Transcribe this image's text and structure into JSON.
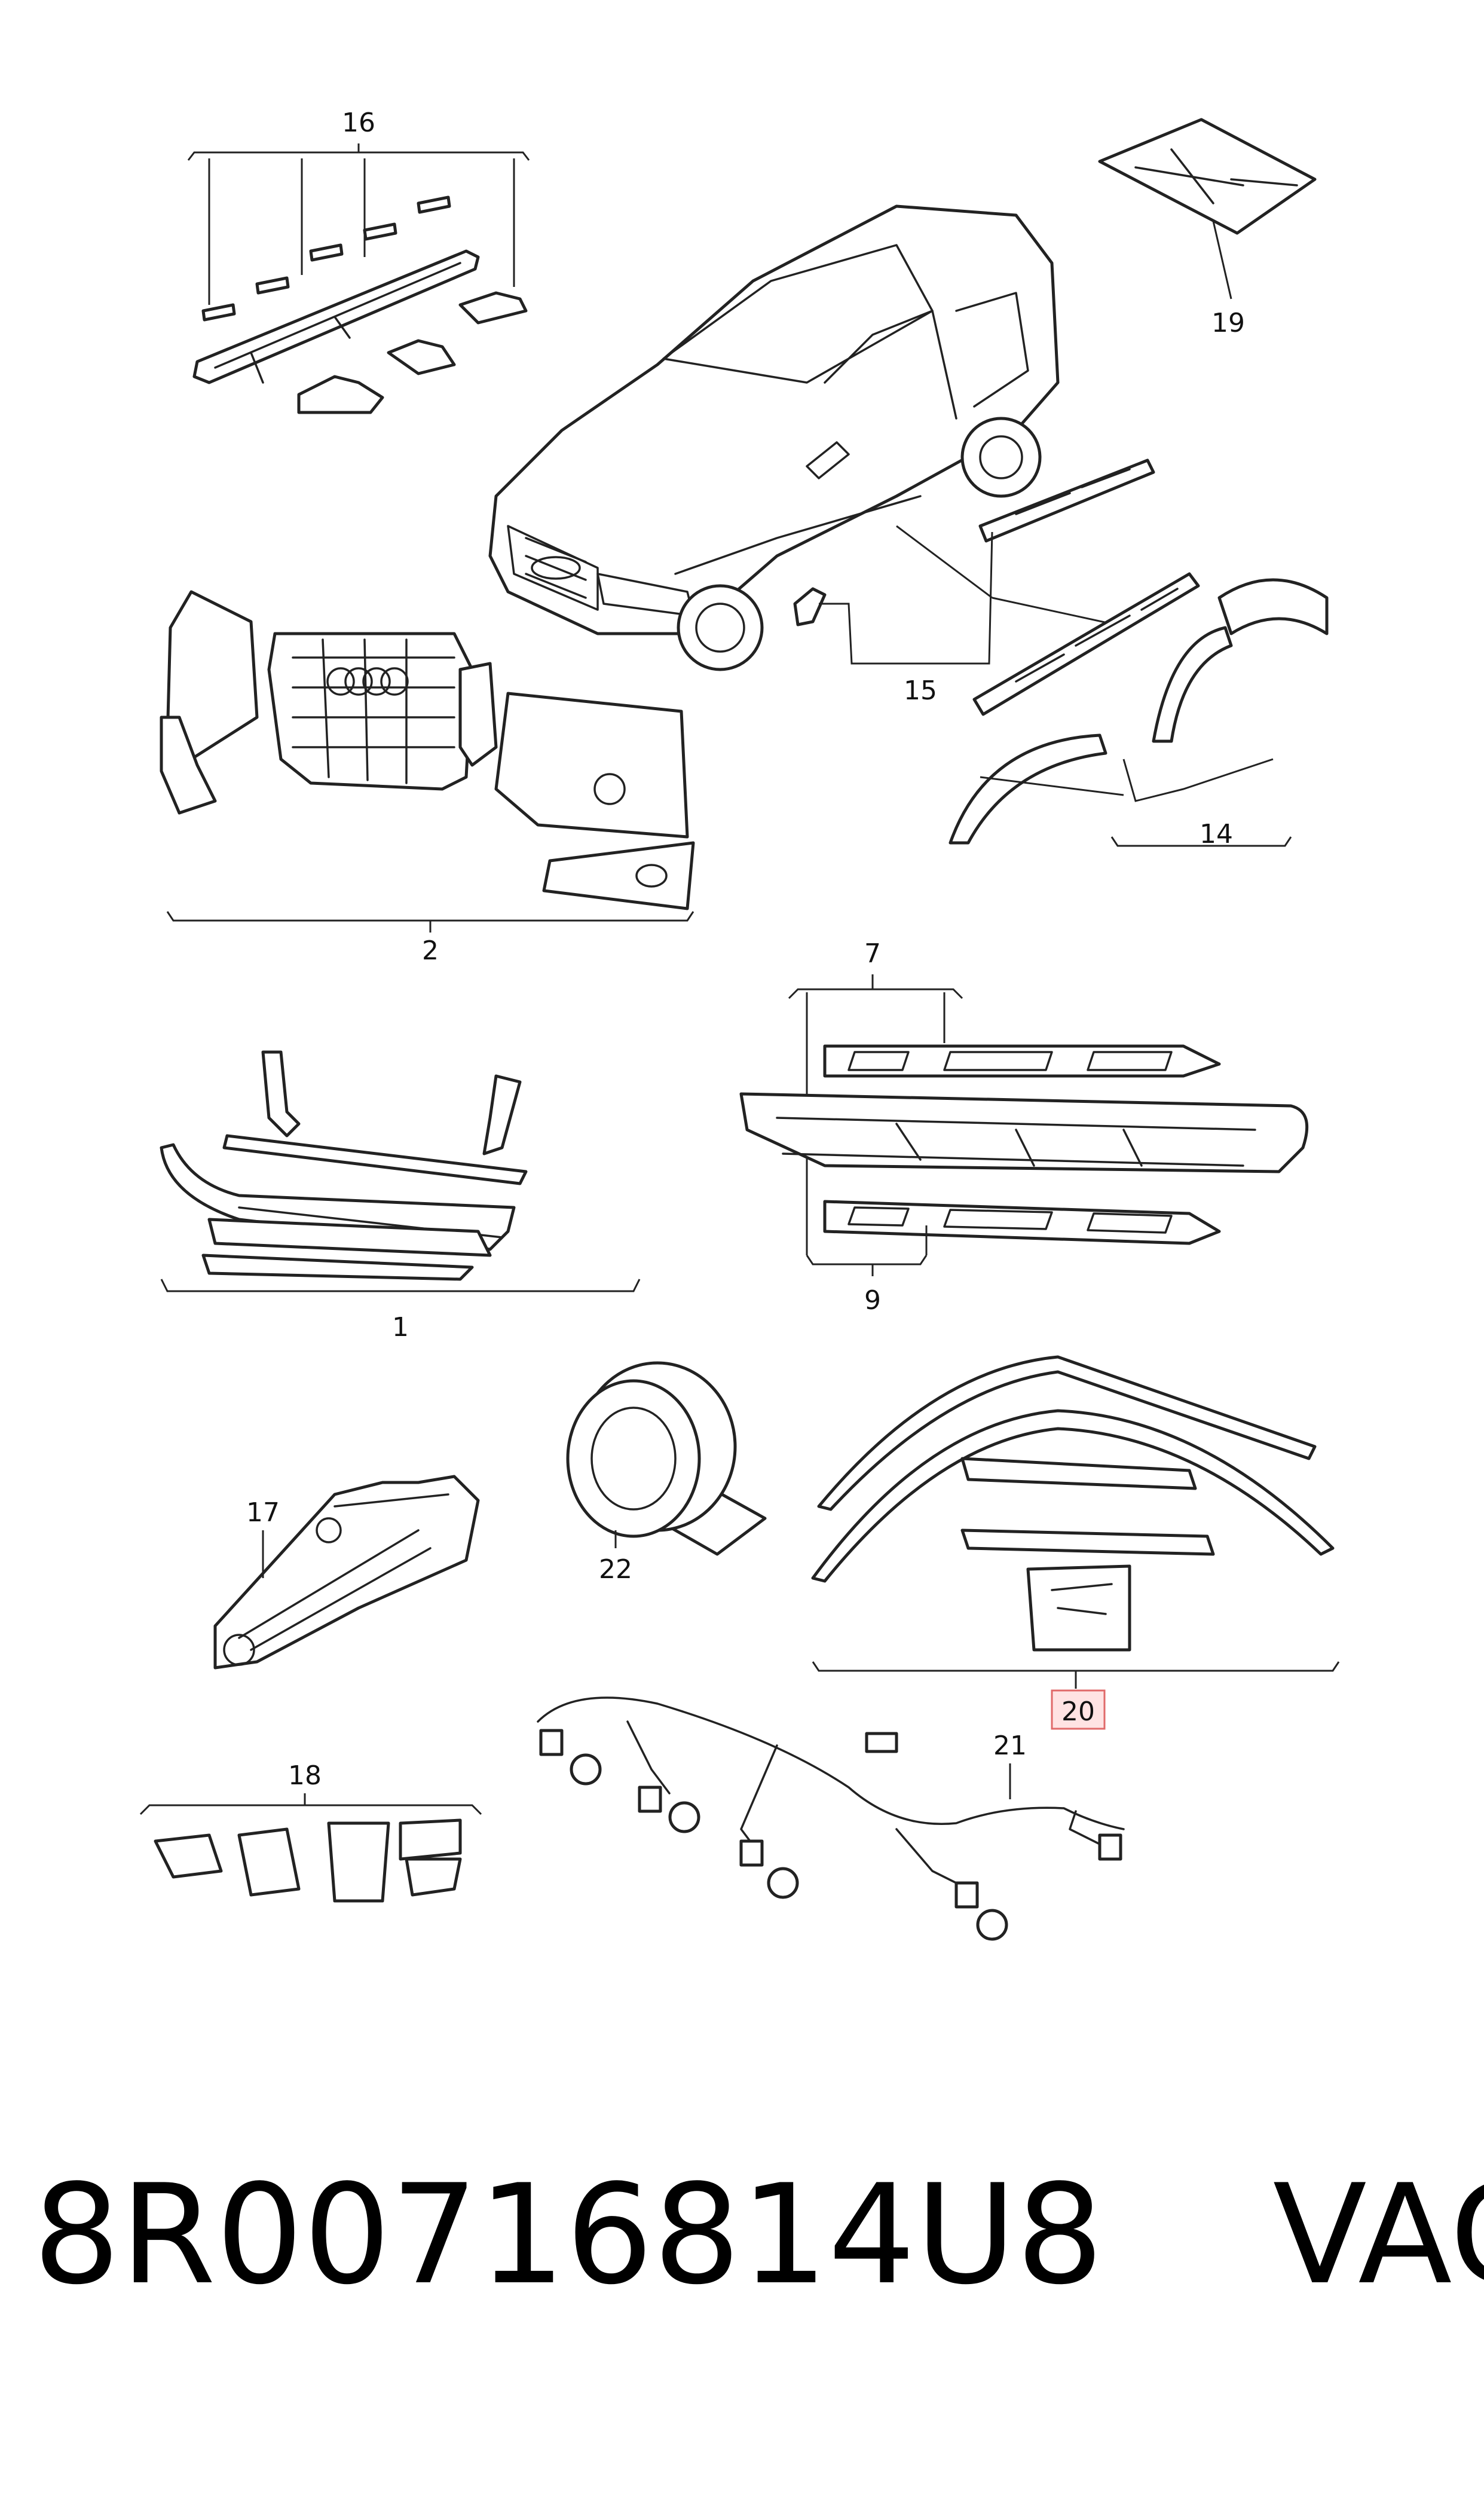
{
  "diagram": {
    "callouts": {
      "c1": "1",
      "c2": "2",
      "c7": "7",
      "c9": "9",
      "c14": "14",
      "c15": "15",
      "c16": "16",
      "c17": "17",
      "c18": "18",
      "c19": "19",
      "c20": "20",
      "c21": "21",
      "c22": "22"
    },
    "highlighted_callout": "20",
    "highlight_color": "#ffe3e3"
  },
  "caption": {
    "part_number": "8R00716814U8",
    "brand": "VAG"
  }
}
